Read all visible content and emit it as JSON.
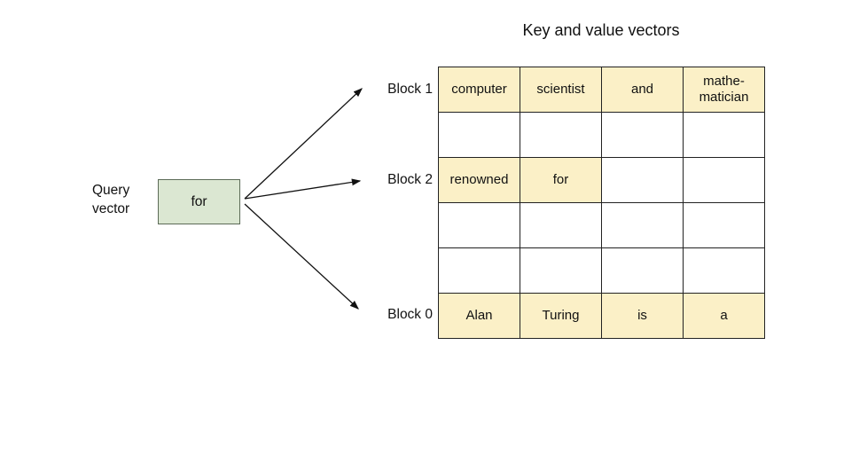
{
  "title": "Key and value vectors",
  "query": {
    "label": "Query\nvector",
    "value": "for"
  },
  "block_labels": {
    "block1": "Block 1",
    "block2": "Block 2",
    "block0": "Block 0"
  },
  "table": {
    "columns": 4,
    "rows": [
      {
        "cells": [
          "computer",
          "scientist",
          "and",
          "mathe-\nmatician"
        ]
      },
      {
        "cells": [
          "",
          "",
          "",
          ""
        ]
      },
      {
        "cells": [
          "renowned",
          "for",
          "",
          ""
        ]
      },
      {
        "cells": [
          "",
          "",
          "",
          ""
        ]
      },
      {
        "cells": [
          "",
          "",
          "",
          ""
        ]
      },
      {
        "cells": [
          "Alan",
          "Turing",
          "is",
          "a"
        ]
      }
    ],
    "highlighted_cells": [
      [
        0,
        0
      ],
      [
        0,
        1
      ],
      [
        0,
        2
      ],
      [
        0,
        3
      ],
      [
        2,
        0
      ],
      [
        2,
        1
      ],
      [
        5,
        0
      ],
      [
        5,
        1
      ],
      [
        5,
        2
      ],
      [
        5,
        3
      ]
    ]
  },
  "colors": {
    "highlight": "#fbf0c7",
    "query_box_fill": "#dbe7d2",
    "table_border": "#222222",
    "arrow": "#111111"
  }
}
